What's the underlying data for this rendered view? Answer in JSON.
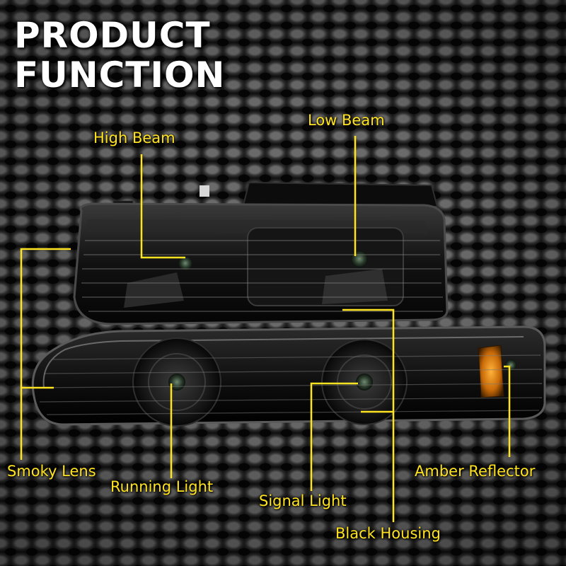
{
  "title": {
    "line1": "PRODUCT",
    "line2": "FUNCTION"
  },
  "labels": {
    "high_beam": "High Beam",
    "low_beam": "Low Beam",
    "smoky_lens": "Smoky Lens",
    "running_light": "Running Light",
    "signal_light": "Signal Light",
    "black_housing": "Black Housing",
    "amber_reflector": "Amber Reflector"
  },
  "colors": {
    "label_yellow": "#ffe321",
    "title_white": "#ffffff",
    "amber": "#e08a12",
    "lens_smoke": "#141414"
  }
}
